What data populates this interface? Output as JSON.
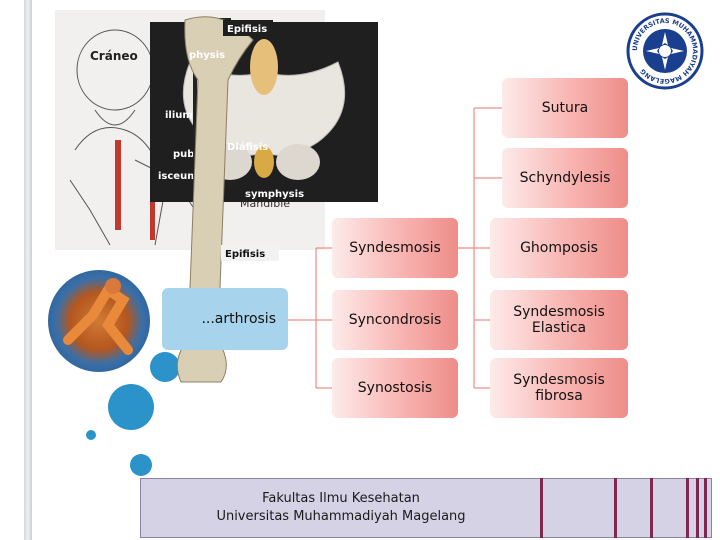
{
  "diagram": {
    "root_label": "...arthrosis",
    "boxes": {
      "sutura": "Sutura",
      "schyndylesis": "Schyndylesis",
      "syndesmosis": "Syndesmosis",
      "ghomposis": "Ghomposis",
      "syncondrosis": "Syncondrosis",
      "syndesmosis_elastica": "Syndesmosis Elastica",
      "synostosis": "Synostosis",
      "syndesmosis_fibrosa": "Syndesmosis fibrosa"
    }
  },
  "image_labels": {
    "epifisis_top": "Epifisis",
    "metafisis": "physis",
    "diafisis": "Diáfisis",
    "epifisis_bottom": "Epifisis",
    "ilium": "ilium",
    "pubis": "pubis",
    "isceum": "isceum",
    "symphysis": "symphysis",
    "craneo": "Cráneo",
    "mandible": "Mandible"
  },
  "footer": {
    "line1": "Fakultas Ilmu Kesehatan",
    "line2": "Universitas Muhammadiyah Magelang"
  },
  "logo": {
    "ring_text": "UNIVERSITAS MUHAMMADIYAH MAGELANG",
    "ring_text_bottom": "MAGELANG"
  },
  "colors": {
    "box_red_end": "#ee8d89",
    "box_blue": "#a8d3ec",
    "circle_blue": "#2b93c9",
    "footer_bg": "#d6d2e6",
    "footer_bar": "#7e2850",
    "logo_blue": "#1b3f8f"
  }
}
